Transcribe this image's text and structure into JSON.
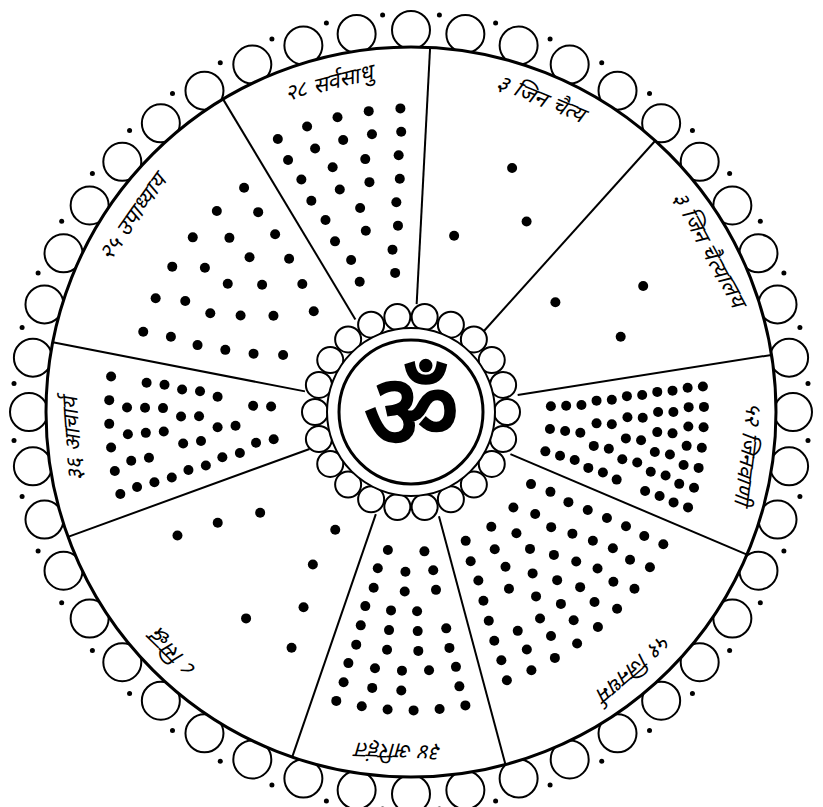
{
  "diagram": {
    "nodes": [
      {
        "text": [
          "ॐ"
        ]
      },
      {
        "text": [
          "२८ सर्वसाधु"
        ]
      },
      {
        "text": [
          "३ जिन चैत्य"
        ]
      },
      {
        "text": [
          "३ जिन चैत्यालय"
        ]
      },
      {
        "text": [
          "५२ जिनवाणी"
        ]
      },
      {
        "text": [
          "५१ जिनधर्म"
        ]
      },
      {
        "text": [
          "३४ अरिहंत"
        ]
      },
      {
        "text": [
          "८ सिद्ध"
        ]
      },
      {
        "text": [
          "३६ आचार्य"
        ]
      },
      {
        "text": [
          "२५ उपाध्याय"
        ]
      }
    ]
  }
}
